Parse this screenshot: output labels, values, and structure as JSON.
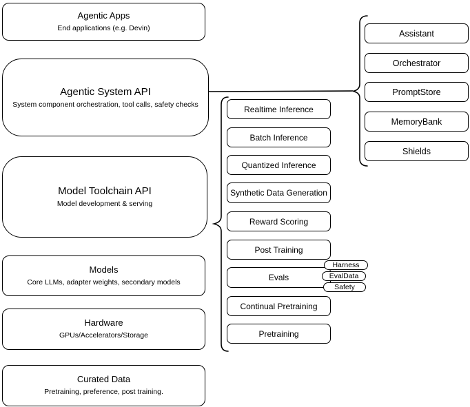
{
  "diagram_title": "Agentic system architecture diagram",
  "colors": {
    "stroke": "#000000",
    "box_fill": "#ffffff",
    "text": "#000000"
  },
  "left_stack": {
    "items": [
      {
        "title": "Agentic Apps",
        "subtitle": "End applications (e.g. Devin)"
      },
      {
        "title": "Agentic System API",
        "subtitle": "System component orchestration, tool calls, safety checks"
      },
      {
        "title": "Model Toolchain API",
        "subtitle": "Model development & serving"
      },
      {
        "title": "Models",
        "subtitle": "Core LLMs, adapter weights, secondary models"
      },
      {
        "title": "Hardware",
        "subtitle": "GPUs/Accelerators/Storage"
      },
      {
        "title": "Curated Data",
        "subtitle": "Pretraining, preference, post training."
      }
    ]
  },
  "toolchain_stack": {
    "items": [
      {
        "label": "Realtime Inference"
      },
      {
        "label": "Batch Inference"
      },
      {
        "label": "Quantized Inference"
      },
      {
        "label": "Synthetic Data Generation"
      },
      {
        "label": "Reward Scoring"
      },
      {
        "label": "Post Training"
      },
      {
        "label": "Evals"
      },
      {
        "label": "Continual Pretraining"
      },
      {
        "label": "Pretraining"
      }
    ]
  },
  "evals_tags": {
    "items": [
      {
        "label": "Harness"
      },
      {
        "label": "EvalData"
      },
      {
        "label": "Safety"
      }
    ]
  },
  "system_stack": {
    "items": [
      {
        "label": "Assistant"
      },
      {
        "label": "Orchestrator"
      },
      {
        "label": "PromptStore"
      },
      {
        "label": "MemoryBank"
      },
      {
        "label": "Shields"
      }
    ]
  }
}
